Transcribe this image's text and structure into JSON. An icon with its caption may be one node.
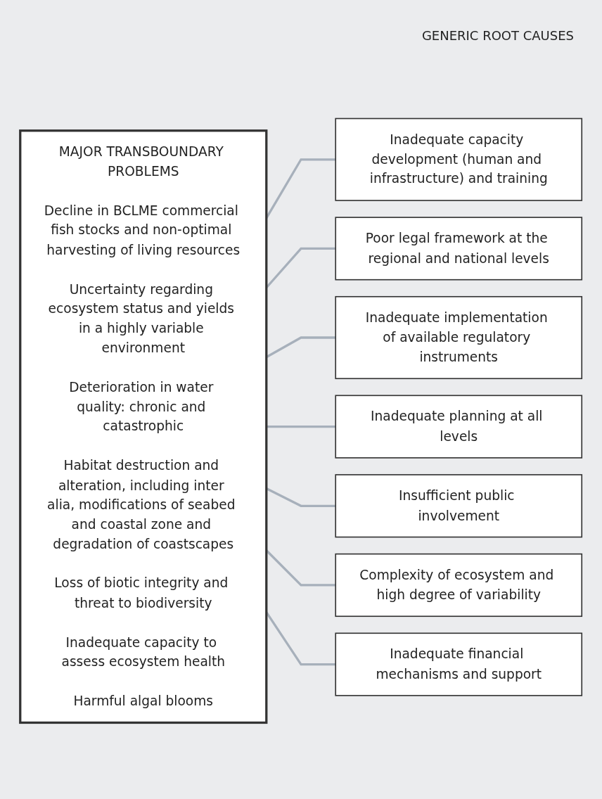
{
  "diagram": {
    "nodes": [
      {
        "text": [
          "MAJOR TRANSBOUNDARY PROBLEMS",
          "Decline in BCLME commercial fish stocks and non-optimal harvesting of living resources",
          "Uncertainty regarding ecosystem status and yields in a highly variable environment",
          "Deterioration in water quality: chronic and catastrophic",
          "Habitat destruction and alteration, including inter alia, modifications of seabed and coastal zone and degradation of coastscapes",
          "Loss of biotic integrity and threat to biodiversity",
          "Inadequate capacity to assess ecosystem health",
          "Harmful algal blooms"
        ]
      },
      {
        "text": [
          "Inadequate capacity development (human and infrastructure) and training"
        ]
      },
      {
        "text": [
          "Poor legal framework at the regional and national levels"
        ]
      },
      {
        "text": [
          "Inadequate implementation of available regulatory instruments"
        ]
      },
      {
        "text": [
          "Inadequate planning at all levels"
        ]
      },
      {
        "text": [
          "Insufficient public involvement"
        ]
      },
      {
        "text": [
          "Complexity of ecosystem and high degree of variability"
        ]
      },
      {
        "text": [
          "Inadequate financial mechanisms and support"
        ]
      }
    ],
    "edges": [
      {
        "from": 0,
        "to": 1,
        "arrow": "none"
      },
      {
        "from": 0,
        "to": 2,
        "arrow": "none"
      },
      {
        "from": 0,
        "to": 3,
        "arrow": "none"
      },
      {
        "from": 0,
        "to": 4,
        "arrow": "none"
      },
      {
        "from": 0,
        "to": 5,
        "arrow": "none"
      },
      {
        "from": 0,
        "to": 6,
        "arrow": "none"
      },
      {
        "from": 0,
        "to": 7,
        "arrow": "none"
      }
    ],
    "labels": [
      "GENERIC ROOT CAUSES"
    ]
  }
}
